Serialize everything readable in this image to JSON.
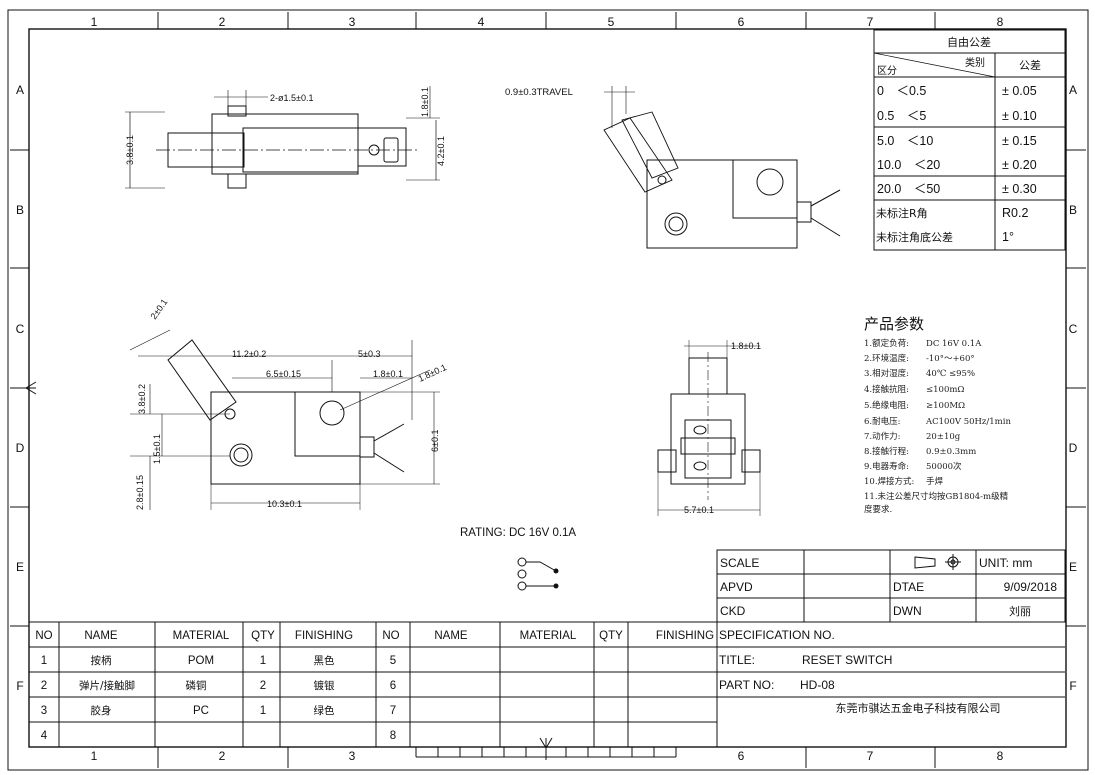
{
  "frame": {
    "cols": [
      "1",
      "2",
      "3",
      "4",
      "5",
      "6",
      "7",
      "8"
    ],
    "rows": [
      "A",
      "B",
      "C",
      "D",
      "E",
      "F"
    ]
  },
  "tolerance_table": {
    "title": "自由公差",
    "header_category": "类别",
    "header_section": "区分",
    "header_tolerance": "公差",
    "rows": [
      {
        "range": "0　＜0.5",
        "tol": "± 0.05"
      },
      {
        "range": "0.5　＜5",
        "tol": "± 0.10"
      },
      {
        "range": "5.0　＜10",
        "tol": "± 0.15"
      },
      {
        "range": "10.0　＜20",
        "tol": "± 0.20"
      },
      {
        "range": "20.0　＜50",
        "tol": "± 0.30"
      },
      {
        "range": "未标注R角",
        "tol": "R0.2"
      },
      {
        "range": "未标注角底公差",
        "tol": "1°"
      }
    ]
  },
  "params": {
    "title": "产品参数",
    "items": [
      {
        "label": "1.额定负荷:",
        "value": "DC 16V 0.1A"
      },
      {
        "label": "2.环境温度:",
        "value": "-10°～+60°"
      },
      {
        "label": "3.相对湿度:",
        "value": "40℃ ≤95%"
      },
      {
        "label": "4.接触抗阻:",
        "value": "≤100mΩ"
      },
      {
        "label": "5.绝缘电阻:",
        "value": "≥100MΩ"
      },
      {
        "label": "6.耐电压:",
        "value": "AC100V 50Hz/1min"
      },
      {
        "label": "7.动作力:",
        "value": "20±10g"
      },
      {
        "label": "8.接触行程:",
        "value": "0.9±0.3mm"
      },
      {
        "label": "9.电器寿命:",
        "value": "50000次"
      },
      {
        "label": "10.焊接方式:",
        "value": "手焊"
      },
      {
        "label": "11.未注公差尺寸均按GB1804-m级精",
        "value": ""
      },
      {
        "label": "度要求.",
        "value": ""
      }
    ]
  },
  "dimensions": {
    "top_view": {
      "holes": "2-ø1.5±0.1",
      "d1": "3.8±0.1",
      "d2": "1.8±0.1",
      "d3": "4.2±0.1"
    },
    "travel": "0.9±0.3TRAVEL",
    "front_view": {
      "d_2": "2±0.1",
      "d_11_2": "11.2±0.2",
      "d_5": "5±0.3",
      "d_6_5": "6.5±0.15",
      "d_1_8a": "1.8±0.1",
      "d_1_8b": "1.8±0.1",
      "d_3_8": "3.8±0.2",
      "d_1_5": "1.5±0.1",
      "d_2_8": "2.8±0.15",
      "d_6": "6±0.1",
      "d_10_3": "10.3±0.1"
    },
    "side_view": {
      "d_1_8": "1.8±0.1",
      "d_5_7": "5.7±0.1"
    }
  },
  "rating": "RATING: DC 16V 0.1A",
  "title_block": {
    "scale_label": "SCALE",
    "unit": "UNIT: mm",
    "apvd_label": "APVD",
    "dtae_label": "DTAE",
    "date": "9/09/2018",
    "ckd_label": "CKD",
    "dwn_label": "DWN",
    "dwn_name": "刘丽",
    "spec_label": "SPECIFICATION NO.",
    "title_label": "TITLE:",
    "title_value": "RESET SWITCH",
    "part_label": "PART NO:",
    "part_value": "HD-08",
    "company": "东莞市骐达五金电子科技有限公司"
  },
  "bom": {
    "headers": [
      "NO",
      "NAME",
      "MATERIAL",
      "QTY",
      "FINISHING",
      "NO",
      "NAME",
      "MATERIAL",
      "QTY",
      "FINISHING"
    ],
    "rows": [
      {
        "no": "1",
        "name": "按柄",
        "material": "POM",
        "qty": "1",
        "finishing": "黑色",
        "no2": "5"
      },
      {
        "no": "2",
        "name": "弹片/接触脚",
        "material": "磷铜",
        "qty": "2",
        "finishing": "镀银",
        "no2": "6"
      },
      {
        "no": "3",
        "name": "胶身",
        "material": "PC",
        "qty": "1",
        "finishing": "绿色",
        "no2": "7"
      },
      {
        "no": "4",
        "name": "",
        "material": "",
        "qty": "",
        "finishing": "",
        "no2": "8"
      }
    ]
  }
}
